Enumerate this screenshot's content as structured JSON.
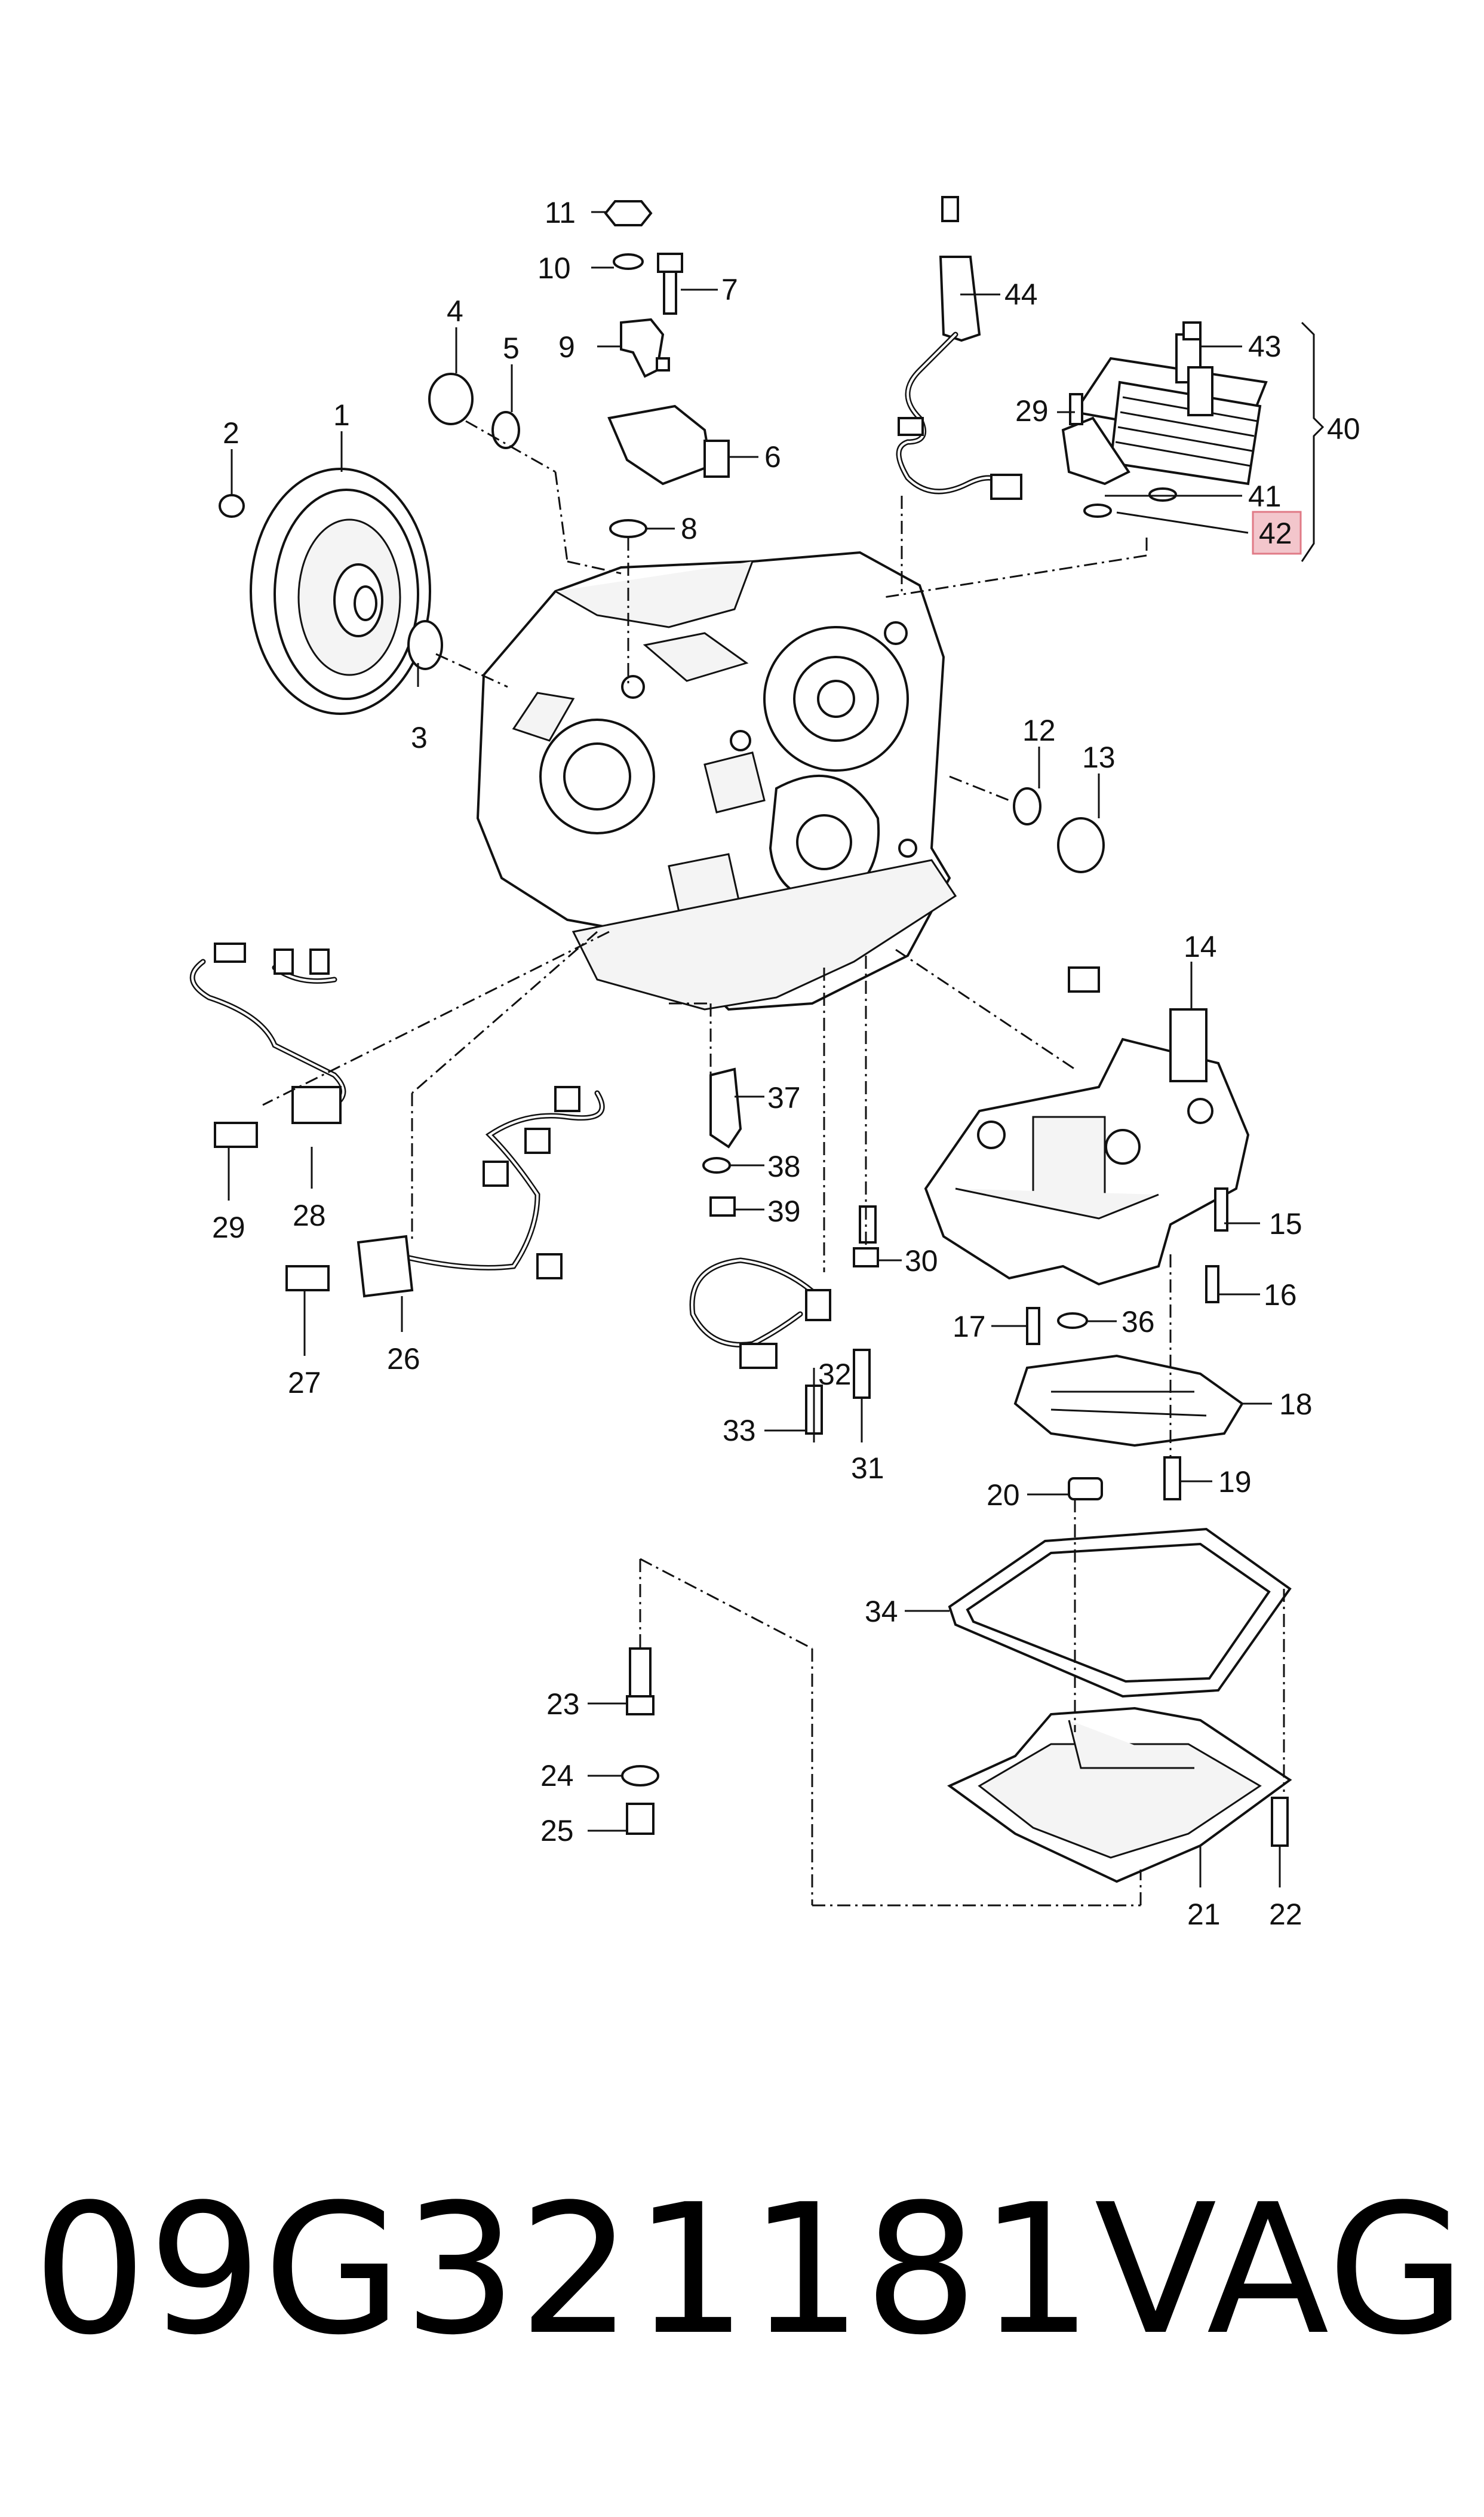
{
  "part_number": "09G321181",
  "brand": "VAG",
  "highlighted_callout": "42",
  "callouts": [
    "1",
    "2",
    "3",
    "4",
    "5",
    "6",
    "7",
    "8",
    "9",
    "10",
    "11",
    "12",
    "13",
    "14",
    "15",
    "16",
    "17",
    "18",
    "19",
    "20",
    "21",
    "22",
    "23",
    "24",
    "25",
    "26",
    "27",
    "28",
    "29",
    "29",
    "30",
    "31",
    "32",
    "33",
    "34",
    "36",
    "37",
    "38",
    "39",
    "40",
    "41",
    "42",
    "43",
    "44"
  ],
  "colors": {
    "highlight_fill": "#f3c6cc",
    "highlight_border": "#e07a86",
    "ink": "#111111"
  }
}
